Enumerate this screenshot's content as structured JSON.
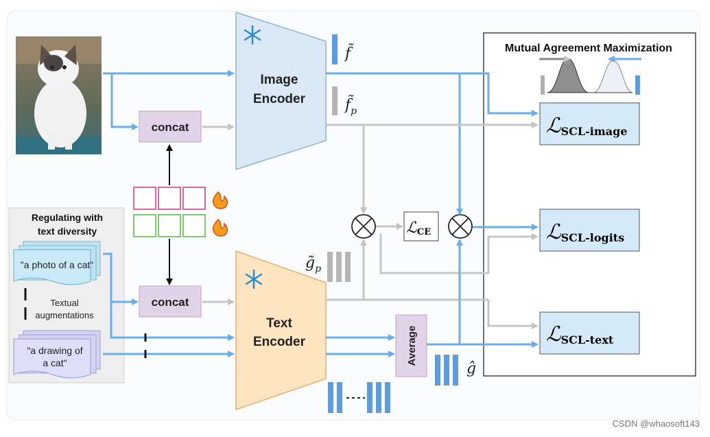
{
  "encoders": {
    "image": {
      "line1": "Image",
      "line2": "Encoder"
    },
    "text": {
      "line1": "Text",
      "line2": "Encoder"
    }
  },
  "blocks": {
    "concat_top": "concat",
    "concat_bottom": "concat",
    "average": "Average"
  },
  "features": {
    "f_tilde": "f̃",
    "f_p_tilde": "f̃",
    "f_p_sub": "p",
    "g_p_tilde": "g̃",
    "g_p_sub": "p",
    "g_hat": "ĝ"
  },
  "losses": {
    "symbol": "ℒ",
    "ce_sub": "CE",
    "image_sub": "SCL-image",
    "logits_sub": "SCL-logits",
    "text_sub": "SCL-text"
  },
  "mutual": {
    "title": "Mutual Agreement Maximization"
  },
  "left_panel": {
    "title_line1": "Regulating with",
    "title_line2": "text diversity",
    "prompt1": "\"a photo of a cat\"",
    "aug_line1": "Textual",
    "aug_line2": "augmentations",
    "prompt2_line1": "\"a drawing of",
    "prompt2_line2": "a cat\""
  },
  "watermark": "CSDN @whaosoft143",
  "icons": [
    "snowflake-icon",
    "flame-icon",
    "cat-image"
  ],
  "colors": {
    "blue_arrow": "#6aaee8",
    "gray_arrow": "#c6c6c6",
    "image_encoder": "#dbe9f6",
    "text_encoder": "#fde5c1",
    "concat_fill": "#e2d3e8",
    "loss_fill": "#d4eaf9",
    "feature_blue": "#5b9de2"
  }
}
